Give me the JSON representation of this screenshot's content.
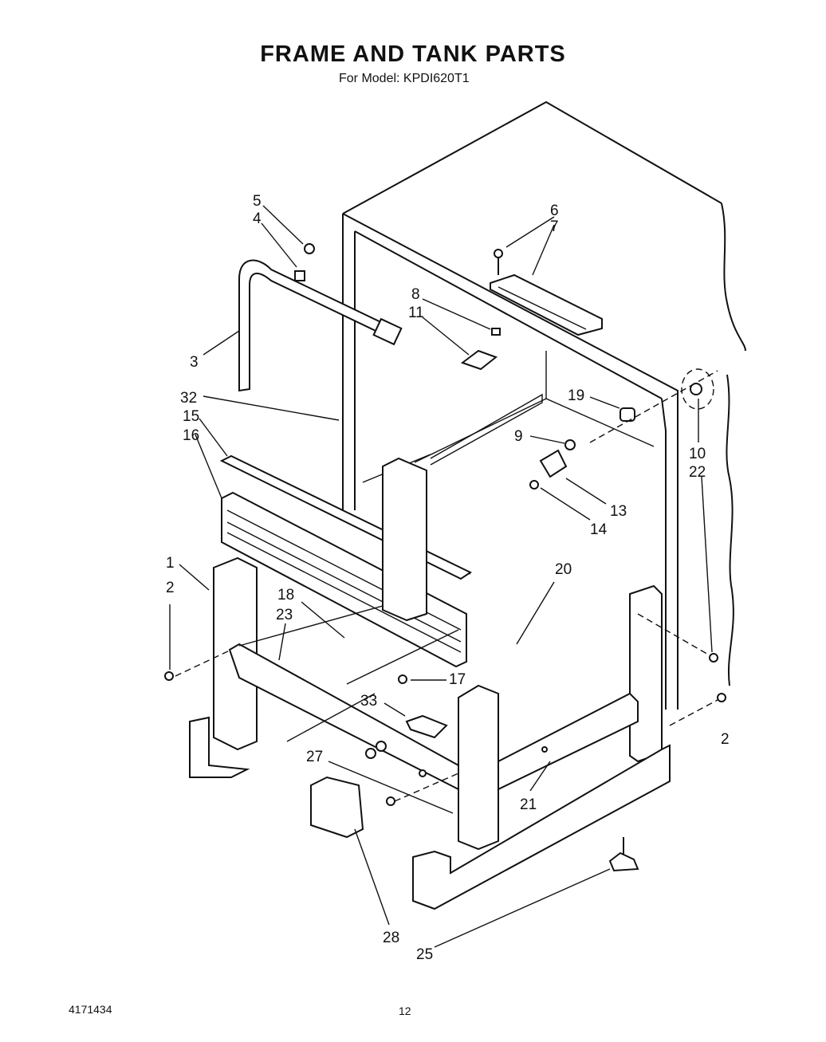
{
  "title": "FRAME AND TANK PARTS",
  "subtitle": "For Model: KPDI620T1",
  "footer": {
    "doc_number": "4171434",
    "page_number": "12"
  },
  "callouts": [
    "1",
    "2",
    "3",
    "4",
    "5",
    "6",
    "7",
    "8",
    "9",
    "10",
    "11",
    "13",
    "14",
    "15",
    "16",
    "17",
    "18",
    "19",
    "20",
    "21",
    "22",
    "23",
    "25",
    "27",
    "28",
    "32",
    "33"
  ]
}
